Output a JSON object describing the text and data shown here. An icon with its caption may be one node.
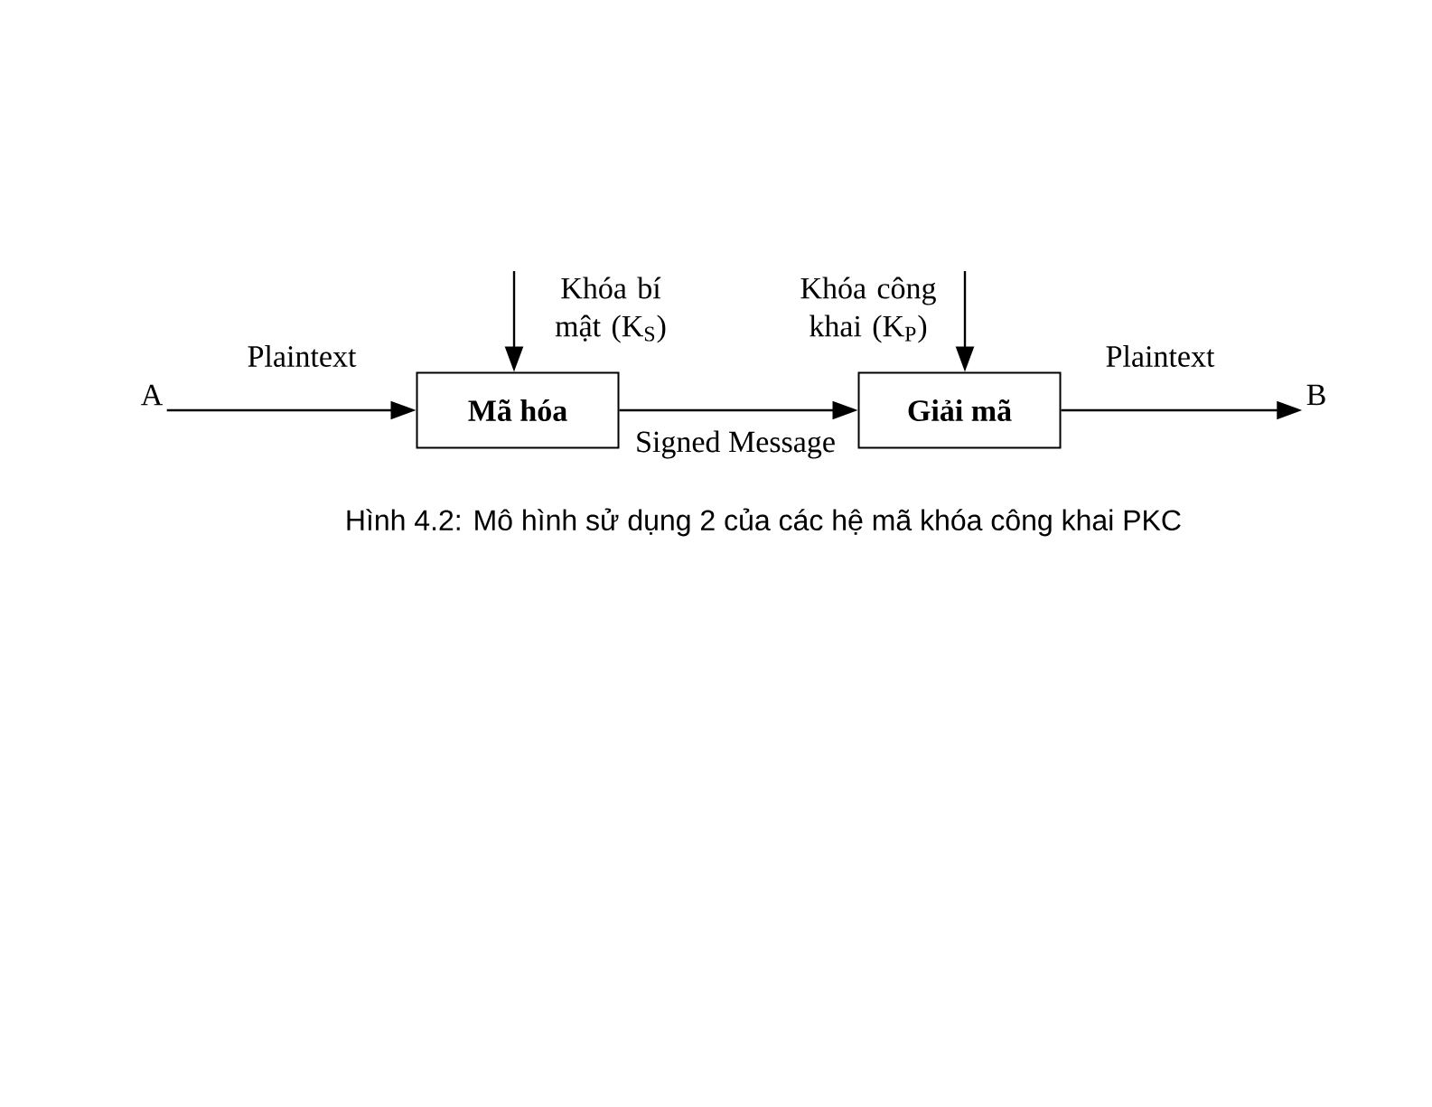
{
  "diagram": {
    "caption": "Hình 4.2: Mô hình sử dụng 2 của các hệ mã khóa công khai PKC",
    "nodes": [
      {
        "text": [
          "A"
        ]
      },
      {
        "text": [
          "Mã hóa"
        ]
      },
      {
        "text": [
          "Giải mã"
        ]
      },
      {
        "text": [
          "B"
        ]
      }
    ],
    "edges": [
      {
        "from": 0,
        "to": 1,
        "arrow": "to",
        "label": "Plaintext"
      },
      {
        "from": 1,
        "to": 2,
        "arrow": "to",
        "label": "Signed Message"
      },
      {
        "from": 2,
        "to": 3,
        "arrow": "to",
        "label": "Plaintext"
      },
      {
        "from": null,
        "to": 1,
        "arrow": "to",
        "label": "Khóa bí mật (K$_{S}$)"
      },
      {
        "from": null,
        "to": 2,
        "arrow": "to",
        "label": "Khóa công khai (K$_{P}$)"
      }
    ]
  }
}
